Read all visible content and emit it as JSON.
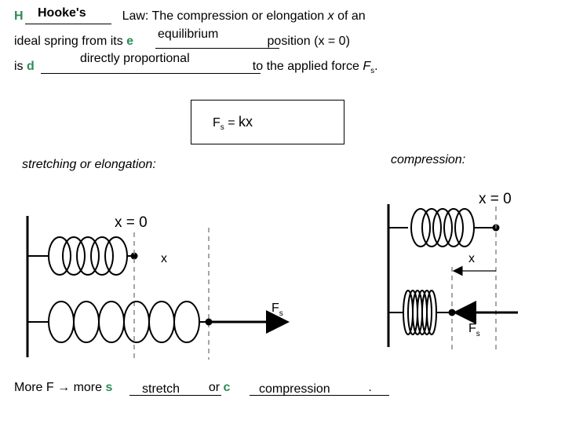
{
  "title": {
    "lead_letter": "H",
    "fill_word": "Hooke's",
    "rest": "Law:  The compression or elongation ",
    "var_x": "x",
    "tail": " of an"
  },
  "line2": {
    "lead": "ideal spring from its  ",
    "lead_letter": "e",
    "fill_word": "equilibrium",
    "tail": " position (x = 0)"
  },
  "line3": {
    "lead": "is  ",
    "lead_letter": "d",
    "fill_word": "directly proportional",
    "tail": "to the applied  force ",
    "force_symbol": "F",
    "force_sub": "s",
    "period": "."
  },
  "formula": {
    "lhs_symbol": "F",
    "lhs_sub": "s",
    "equals": " = ",
    "rhs": "kx"
  },
  "left_panel": {
    "caption": "stretching or elongation:",
    "x0_label": "x = 0",
    "x_label": "x",
    "force_symbol": "F",
    "force_sub": "s"
  },
  "right_panel": {
    "caption": "compression:",
    "x0_label": "x = 0",
    "x_label": "x",
    "force_symbol": "F",
    "force_sub": "s"
  },
  "footer": {
    "lead": "More F ",
    "arrow": "→",
    "more": " more  ",
    "s_letter": "s",
    "s_fill": "stretch",
    "or": " or ",
    "c_letter": "c",
    "c_fill": "compression",
    "period": "."
  },
  "colors": {
    "accent": "#2e8b57",
    "ink": "#000000",
    "dashed": "#888888"
  }
}
